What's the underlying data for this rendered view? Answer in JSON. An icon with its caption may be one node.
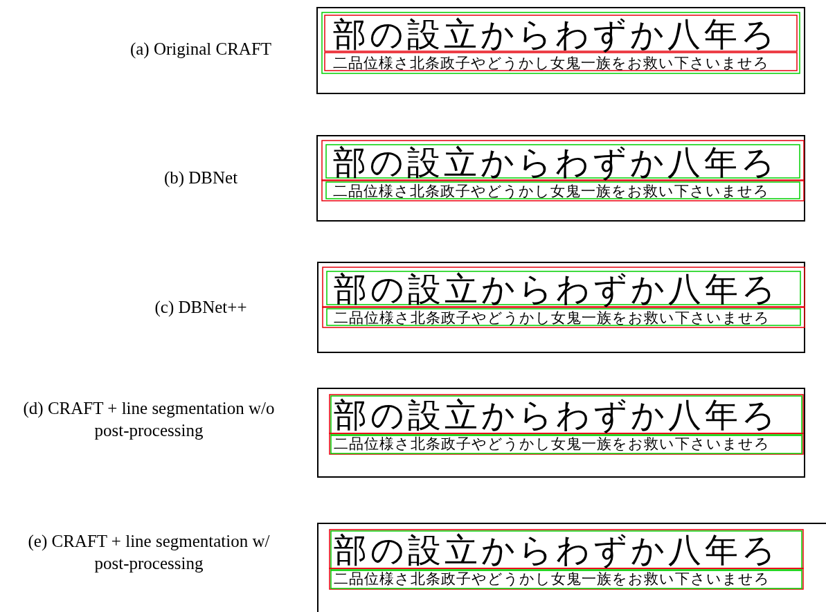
{
  "diagram": {
    "nodes": [
      {
        "text": [
          "部の設立からわずか八年ろ",
          "二品位様さ北条政子やどうかし女鬼一族をお救い下さいませろ"
        ]
      },
      {
        "text": [
          "部の設立からわずか八年ろ",
          "二品位様さ北条政子やどうかし女鬼一族をお救い下さいませろ"
        ]
      },
      {
        "text": [
          "部の設立からわずか八年ろ",
          "二品位様さ北条政子やどうかし女鬼一族をお救い下さいませろ"
        ]
      },
      {
        "text": [
          "部の設立からわずか八年ろ",
          "二品位様さ北条政子やどうかし女鬼一族をお救い下さいませろ"
        ]
      },
      {
        "text": [
          "部の設立からわずか八年ろ",
          "二品位様さ北条政子やどうかし女鬼一族をお救い下さいませろ"
        ]
      }
    ],
    "labels": [
      "(a) Original CRAFT",
      "(b) DBNet",
      "(c) DBNet++",
      "(d) CRAFT + line segmentation w/o post-processing",
      "(e) CRAFT + line segmentation w/ post-processing"
    ]
  }
}
